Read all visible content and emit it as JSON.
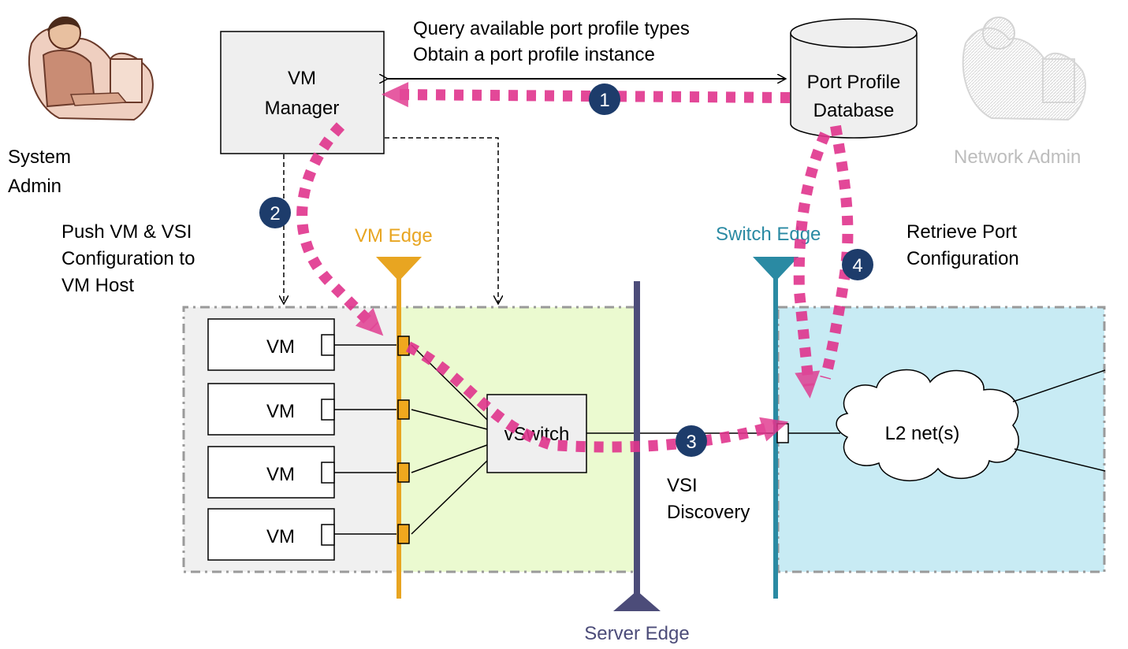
{
  "actors": {
    "system_admin": [
      "System",
      "Admin"
    ],
    "network_admin": "Network Admin"
  },
  "nodes": {
    "vm_manager": [
      "VM",
      "Manager"
    ],
    "port_profile_db": [
      "Port Profile",
      "Database"
    ],
    "vms": [
      "VM",
      "VM",
      "VM",
      "VM"
    ],
    "vswitch": "vSwitch",
    "l2_net": "L2 net(s)"
  },
  "edges": {
    "vm_edge": "VM Edge",
    "switch_edge": "Switch Edge",
    "server_edge": "Server Edge"
  },
  "annotations": {
    "query": [
      "Query available port profile types",
      "Obtain a port profile instance"
    ],
    "push": [
      "Push VM & VSI",
      "Configuration to",
      "VM Host"
    ],
    "retrieve": [
      "Retrieve Port",
      "Configuration"
    ],
    "discovery": [
      "VSI",
      "Discovery"
    ]
  },
  "steps": [
    "1",
    "2",
    "3",
    "4"
  ],
  "colors": {
    "step_arrow": "#e0358d",
    "step_badge": "#1d3c6b",
    "vm_edge": "#e8a521",
    "switch_edge": "#2a8aa3",
    "server_edge": "#4c4c79",
    "server_zone": "#ebfad0",
    "host_zone": "#f0f0f0",
    "network_zone": "#c8ebf4"
  }
}
